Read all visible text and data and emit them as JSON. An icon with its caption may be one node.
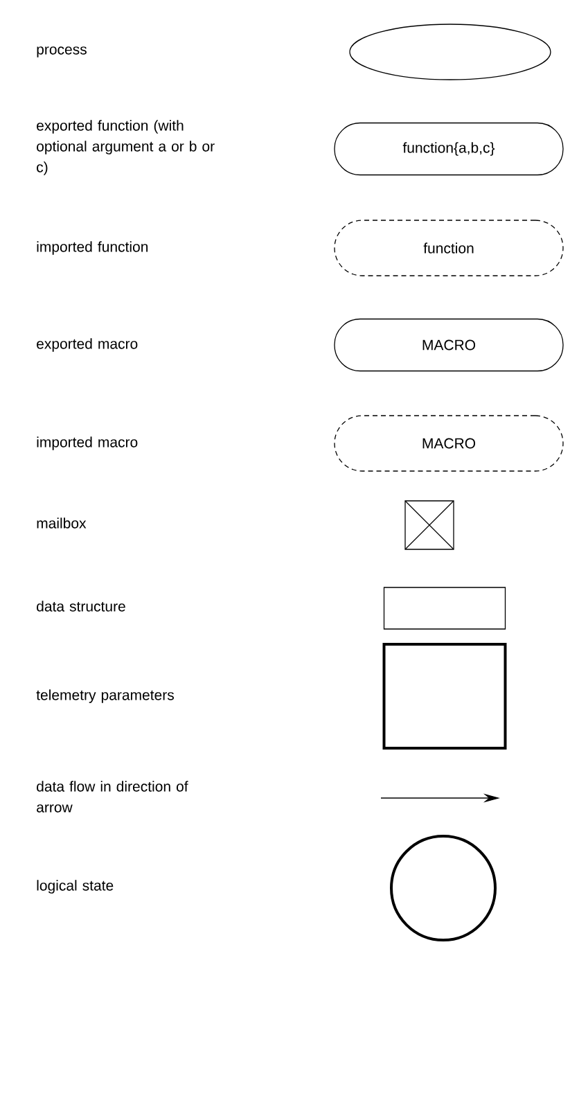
{
  "diagram": {
    "nodes": [
      {
        "text": [],
        "shape": "ellipse"
      },
      {
        "text": [
          "function{a,b,c}"
        ]
      },
      {
        "text": [
          "function"
        ]
      },
      {
        "text": [
          "MACRO"
        ]
      },
      {
        "text": [
          "MACRO"
        ]
      },
      {
        "text": [],
        "shape": "crossbox"
      },
      {
        "text": [],
        "shape": "box"
      },
      {
        "text": [],
        "shape": "box"
      },
      {
        "text": [],
        "shape": "circle"
      }
    ],
    "labels": [
      "process",
      "exported function (with optional argument a or b or c)",
      "imported function",
      "exported macro",
      "imported macro",
      "mailbox",
      "data structure",
      "telemetry parameters",
      "data flow in direction of arrow",
      "logical state"
    ]
  }
}
